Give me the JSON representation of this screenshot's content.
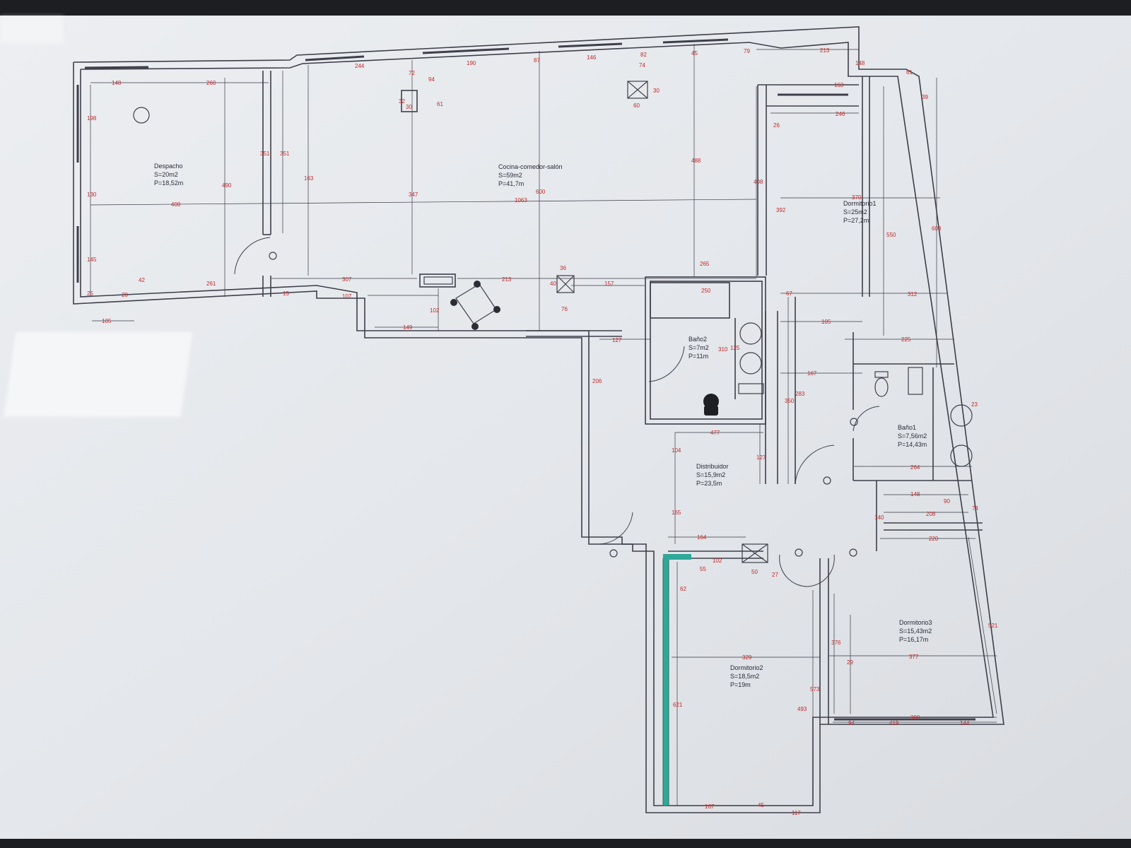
{
  "rooms": {
    "despacho": {
      "name": "Despacho",
      "area": "S=20m2",
      "perimeter": "P=18,52m"
    },
    "cocina": {
      "name": "Cocina-comedor-salón",
      "area": "S=59m2",
      "perimeter": "P=41,7m"
    },
    "dormitorio1": {
      "name": "Dormitorio1",
      "area": "S=25m2",
      "perimeter": "P=27,2m"
    },
    "bano2": {
      "name": "Baño2",
      "area": "S=7m2",
      "perimeter": "P=11m"
    },
    "bano1": {
      "name": "Baño1",
      "area": "S=7,56m2",
      "perimeter": "P=14,43m"
    },
    "distribuidor": {
      "name": "Distribuidor",
      "area": "S=15,9m2",
      "perimeter": "P=23,5m"
    },
    "dormitorio3": {
      "name": "Dormitorio3",
      "area": "S=15,43m2",
      "perimeter": "P=16,17m"
    },
    "dormitorio2": {
      "name": "Dormitorio2",
      "area": "S=18,5m2",
      "perimeter": "P=19m"
    }
  },
  "dimensions": [
    "148",
    "260",
    "244",
    "190",
    "87",
    "146",
    "82",
    "45",
    "79",
    "213",
    "148",
    "163",
    "61",
    "39",
    "246",
    "26",
    "370",
    "603",
    "392",
    "550",
    "312",
    "67",
    "105",
    "225",
    "167",
    "350",
    "283",
    "310",
    "125",
    "250",
    "265",
    "157",
    "213",
    "307",
    "261",
    "42",
    "28",
    "15",
    "107",
    "149",
    "102",
    "40",
    "76",
    "36",
    "127",
    "206",
    "198",
    "130",
    "145",
    "25",
    "408",
    "105",
    "351",
    "351",
    "163",
    "490",
    "347",
    "600",
    "1063",
    "488",
    "408",
    "74",
    "30",
    "60",
    "72",
    "94",
    "32",
    "61",
    "30",
    "477",
    "104",
    "127",
    "165",
    "164",
    "102",
    "55",
    "62",
    "50",
    "27",
    "264",
    "148",
    "90",
    "74",
    "208",
    "220",
    "140",
    "23",
    "376",
    "329",
    "521",
    "573",
    "493",
    "29",
    "377",
    "380",
    "94",
    "419",
    "144",
    "621",
    "167",
    "45",
    "117"
  ],
  "colors": {
    "paper": "#e5e8ec",
    "wall": "#3e3f4a",
    "dimension": "#c02a2a",
    "accent": "#2fa89a"
  }
}
